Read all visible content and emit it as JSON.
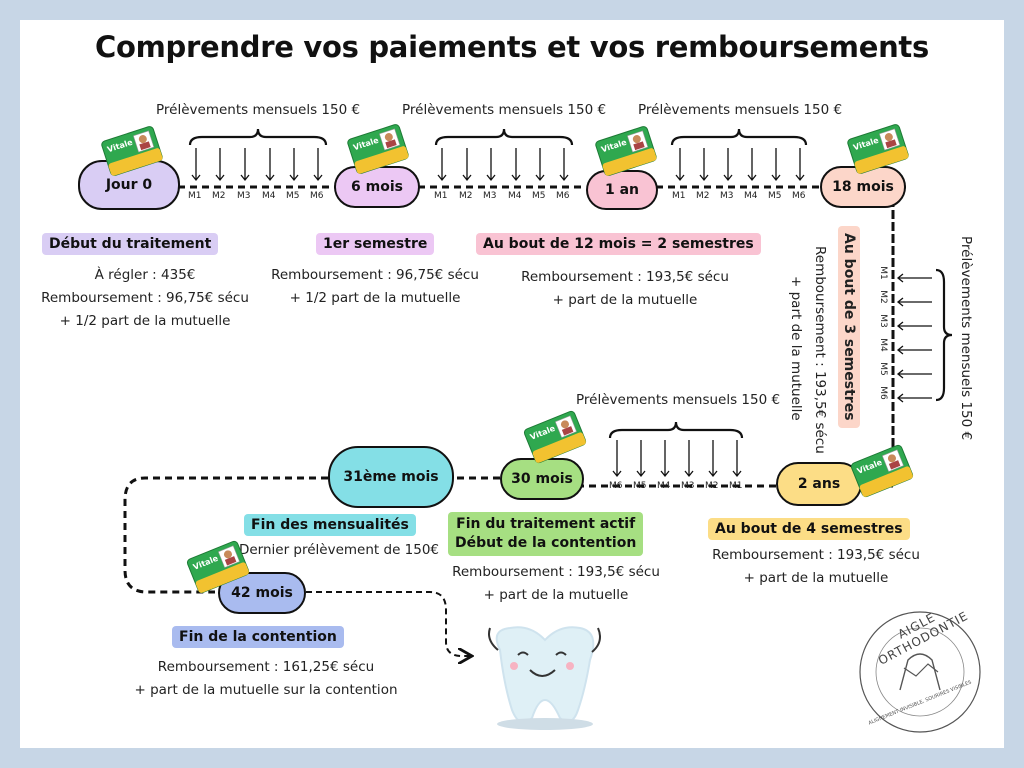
{
  "title": "Comprendre vos paiements et vos remboursements",
  "milestones": {
    "jour0": "Jour 0",
    "m6": "6 mois",
    "an1": "1 an",
    "m18": "18 mois",
    "ans2": "2 ans",
    "m30": "30 mois",
    "m31": "31ème mois",
    "m42": "42 mois"
  },
  "monthly_label": "Prélèvements mensuels 150 €",
  "months": [
    "M1",
    "M2",
    "M3",
    "M4",
    "M5",
    "M6"
  ],
  "months_reverse": [
    "M6",
    "M5",
    "M4",
    "M3",
    "M2",
    "M1"
  ],
  "sections": {
    "debut": {
      "heading": "Début du traitement",
      "lines": [
        "À régler : 435€",
        "Remboursement : 96,75€ sécu",
        "+ 1/2 part de la mutuelle"
      ]
    },
    "semestre1": {
      "heading": "1er semestre",
      "lines": [
        "Remboursement : 96,75€ sécu",
        "+ 1/2 part de la mutuelle"
      ]
    },
    "mois12": {
      "heading": "Au bout de 12 mois = 2 semestres",
      "lines": [
        "Remboursement : 193,5€ sécu",
        "+ part de la mutuelle"
      ]
    },
    "semestres3": {
      "heading": "Au bout de 3 semestres",
      "lines": [
        "Remboursement : 193,5€ sécu",
        "+ part de la mutuelle"
      ]
    },
    "semestres4": {
      "heading": "Au bout de 4 semestres",
      "lines": [
        "Remboursement : 193,5€ sécu",
        "+ part de la mutuelle"
      ]
    },
    "fin_actif": {
      "heading1": "Fin du traitement actif",
      "heading2": "Début de la contention",
      "lines": [
        "Remboursement : 193,5€ sécu",
        "+ part de la mutuelle"
      ]
    },
    "fin_mens": {
      "heading": "Fin des mensualités",
      "lines": [
        "Dernier prélèvement de 150€"
      ]
    },
    "fin_cont": {
      "heading": "Fin de la contention",
      "lines": [
        "Remboursement : 161,25€ sécu",
        "+ part de la mutuelle sur la contention"
      ]
    }
  },
  "card_text": "Vitale",
  "logo": {
    "name": "AIGLE ORTHODONTIE",
    "tagline": "ALIGNEMENT INVISIBLE, SOURIRES VISIBLES"
  },
  "colors": {
    "jour0": "#d9cdf4",
    "m6": "#ecc8f4",
    "an1": "#f9c3d3",
    "m18": "#fcd6c9",
    "ans2": "#fcdd86",
    "m30": "#a6df82",
    "m31": "#84dfe6",
    "m42": "#a9bbef"
  }
}
